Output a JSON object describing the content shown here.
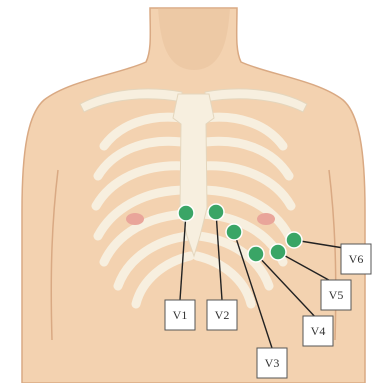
{
  "colors": {
    "skin": "#f3d2b0",
    "skin_shadow": "#e7bf9a",
    "skin_edge": "#d9a983",
    "bone": "#f7efdf",
    "bone_edge": "#e4d6bd",
    "nipple": "#e9a59a",
    "electrode": "#3aa566",
    "electrode_dark": "#1f7a45",
    "label_border": "#555555",
    "leader": "#222222"
  },
  "electrodes": [
    {
      "id": "v1",
      "label": "V1"
    },
    {
      "id": "v2",
      "label": "V2"
    },
    {
      "id": "v3",
      "label": "V3"
    },
    {
      "id": "v4",
      "label": "V4"
    },
    {
      "id": "v5",
      "label": "V5"
    },
    {
      "id": "v6",
      "label": "V6"
    }
  ]
}
